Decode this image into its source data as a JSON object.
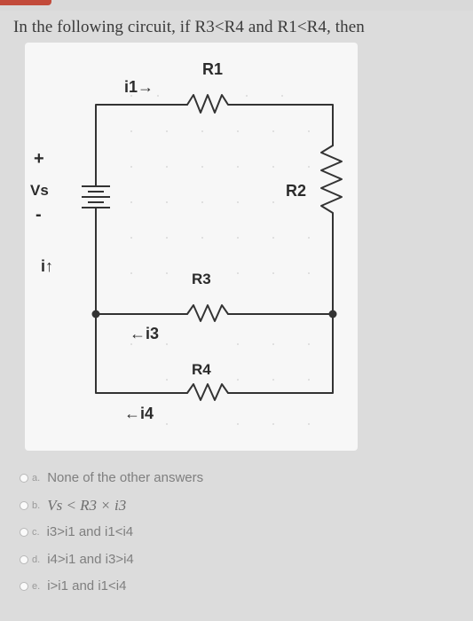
{
  "question": "In the following circuit, if R3<R4 and R1<R4, then",
  "circuit": {
    "labels": {
      "r1": "R1",
      "r2": "R2",
      "r3": "R3",
      "r4": "R4",
      "vs": "Vs",
      "plus": "+",
      "minus": "-",
      "i1": "i1→",
      "i_up": "i↑",
      "i3": "←i3",
      "i4": "←i4"
    }
  },
  "options": [
    {
      "letter": "a.",
      "text": "None of the other answers"
    },
    {
      "letter": "b.",
      "text": "Vs < R3 × i3"
    },
    {
      "letter": "c.",
      "text": "i3>i1 and i1<i4"
    },
    {
      "letter": "d.",
      "text": "i4>i1 and i3>i4"
    },
    {
      "letter": "e.",
      "text": "i>i1 and i1<i4"
    }
  ]
}
